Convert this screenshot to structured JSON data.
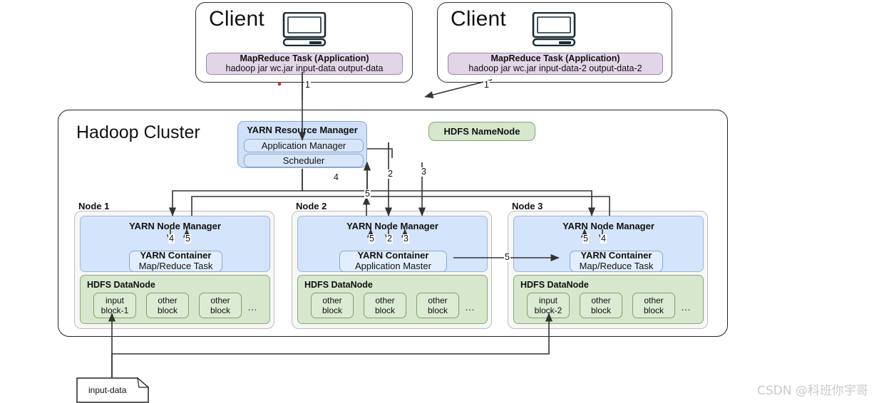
{
  "diagram": {
    "title": "Hadoop YARN MapReduce job submission flow",
    "cluster_label": "Hadoop Cluster",
    "namenode_label": "HDFS NameNode",
    "watermark": "CSDN @科班你宇哥",
    "colors": {
      "client_border": "#2b2b2b",
      "mapreduce_fill": "#e3d5e8",
      "mapreduce_border": "#9b86a6",
      "yarn_fill": "#cfe0f7",
      "yarn_border": "#8aa9cf",
      "nodemanager_fill": "#d4e4fb",
      "container_fill": "#e2edfd",
      "hdfs_fill": "#d6e7cd",
      "hdfs_border": "#86a06f",
      "block_fill": "#dcebd4",
      "node_fill": "#f7f7f5",
      "arrow": "#333333",
      "watermark": "#c9c9c9",
      "red_dot": "#e03131"
    }
  },
  "clients": [
    {
      "title": "Client",
      "icon": "desktop-computer-icon",
      "task_title": "MapReduce Task (Application)",
      "task_command": "hadoop jar wc.jar input-data output-data"
    },
    {
      "title": "Client",
      "icon": "desktop-computer-icon",
      "task_title": "MapReduce Task (Application)",
      "task_command": "hadoop jar wc.jar input-data-2 output-data-2"
    }
  ],
  "resource_manager": {
    "title": "YARN Resource Manager",
    "components": [
      {
        "label": "Application Manager"
      },
      {
        "label": "Scheduler"
      }
    ]
  },
  "nodes": [
    {
      "label": "Node 1",
      "node_manager": "YARN Node Manager",
      "container": {
        "title": "YARN Container",
        "subtitle": "Map/Reduce Task"
      },
      "datanode": "HDFS DataNode",
      "blocks": [
        {
          "line1": "input",
          "line2": "block-1"
        },
        {
          "line1": "other",
          "line2": "block"
        },
        {
          "line1": "other",
          "line2": "block"
        }
      ],
      "blocks_more": "…",
      "inner_arrow_labels": [
        "4",
        "5"
      ]
    },
    {
      "label": "Node 2",
      "node_manager": "YARN Node Manager",
      "container": {
        "title": "YARN Container",
        "subtitle": "Application Master"
      },
      "datanode": "HDFS DataNode",
      "blocks": [
        {
          "line1": "other",
          "line2": "block"
        },
        {
          "line1": "other",
          "line2": "block"
        },
        {
          "line1": "other",
          "line2": "block"
        }
      ],
      "blocks_more": "…",
      "inner_arrow_labels": [
        "5",
        "2",
        "3"
      ]
    },
    {
      "label": "Node 3",
      "node_manager": "YARN Node Manager",
      "container": {
        "title": "YARN Container",
        "subtitle": "Map/Reduce Task"
      },
      "datanode": "HDFS DataNode",
      "blocks": [
        {
          "line1": "input",
          "line2": "block-2"
        },
        {
          "line1": "other",
          "line2": "block"
        },
        {
          "line1": "other",
          "line2": "block"
        }
      ],
      "blocks_more": "…",
      "inner_arrow_labels": [
        "5",
        "4"
      ]
    }
  ],
  "input_file": {
    "label": "input-data"
  },
  "flow_labels": {
    "client1_submit": "1",
    "client2_submit": "1",
    "scheduler_to_nodes": "4",
    "am_request": "2",
    "rm_allocate": "3",
    "node_report": "5",
    "am_to_container": "5"
  }
}
